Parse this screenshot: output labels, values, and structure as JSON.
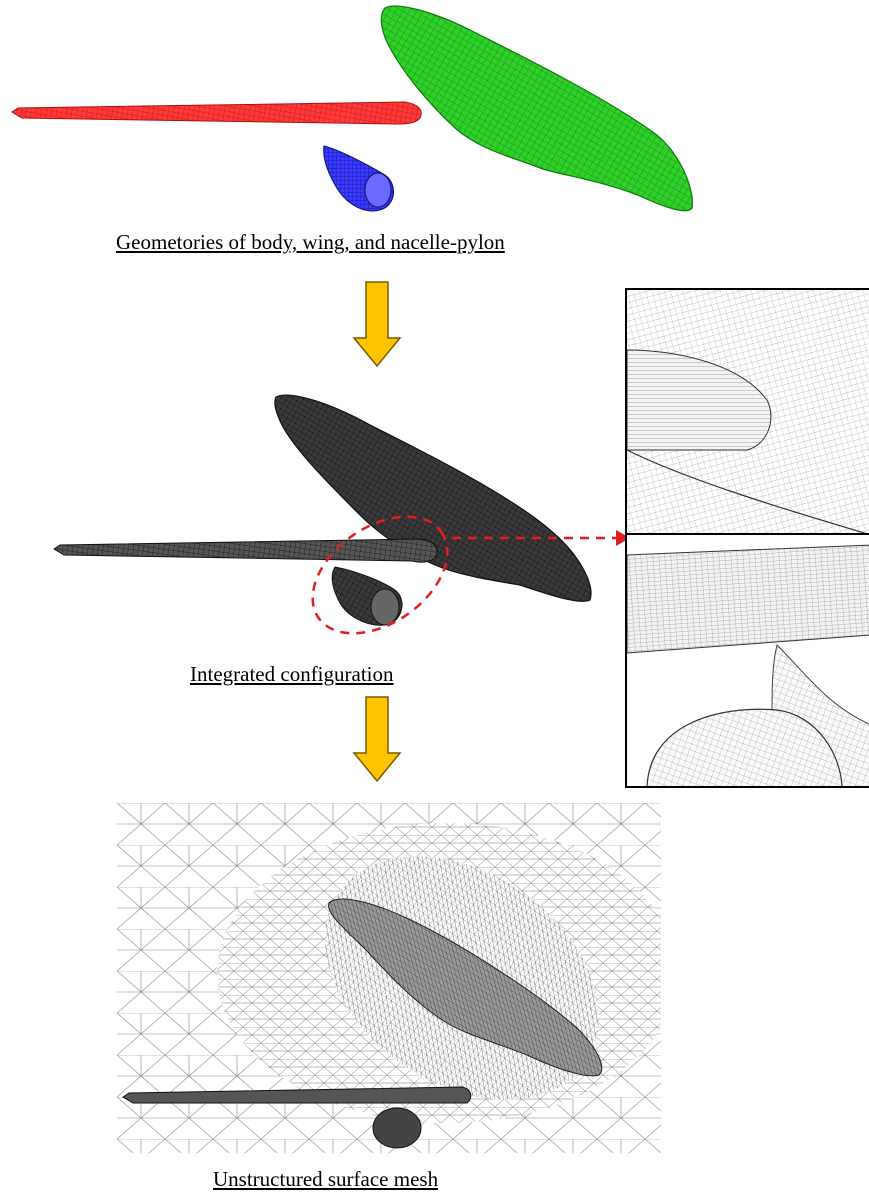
{
  "captions": {
    "geometries": "Geometories of body, wing, and nacelle-pylon",
    "integrated": "Integrated configuration",
    "surface_mesh": "Unstructured surface mesh"
  },
  "colors": {
    "wing_geometry": "#ff2a2a",
    "body_geometry": "#22c21f",
    "nacelle_geometry": "#2a2ae0",
    "arrow_fill": "#ffc400",
    "highlight_dash": "#e02020"
  },
  "icons": {
    "flow_arrow": "down-arrow-icon",
    "zoom_arrow": "right-arrow-icon"
  }
}
